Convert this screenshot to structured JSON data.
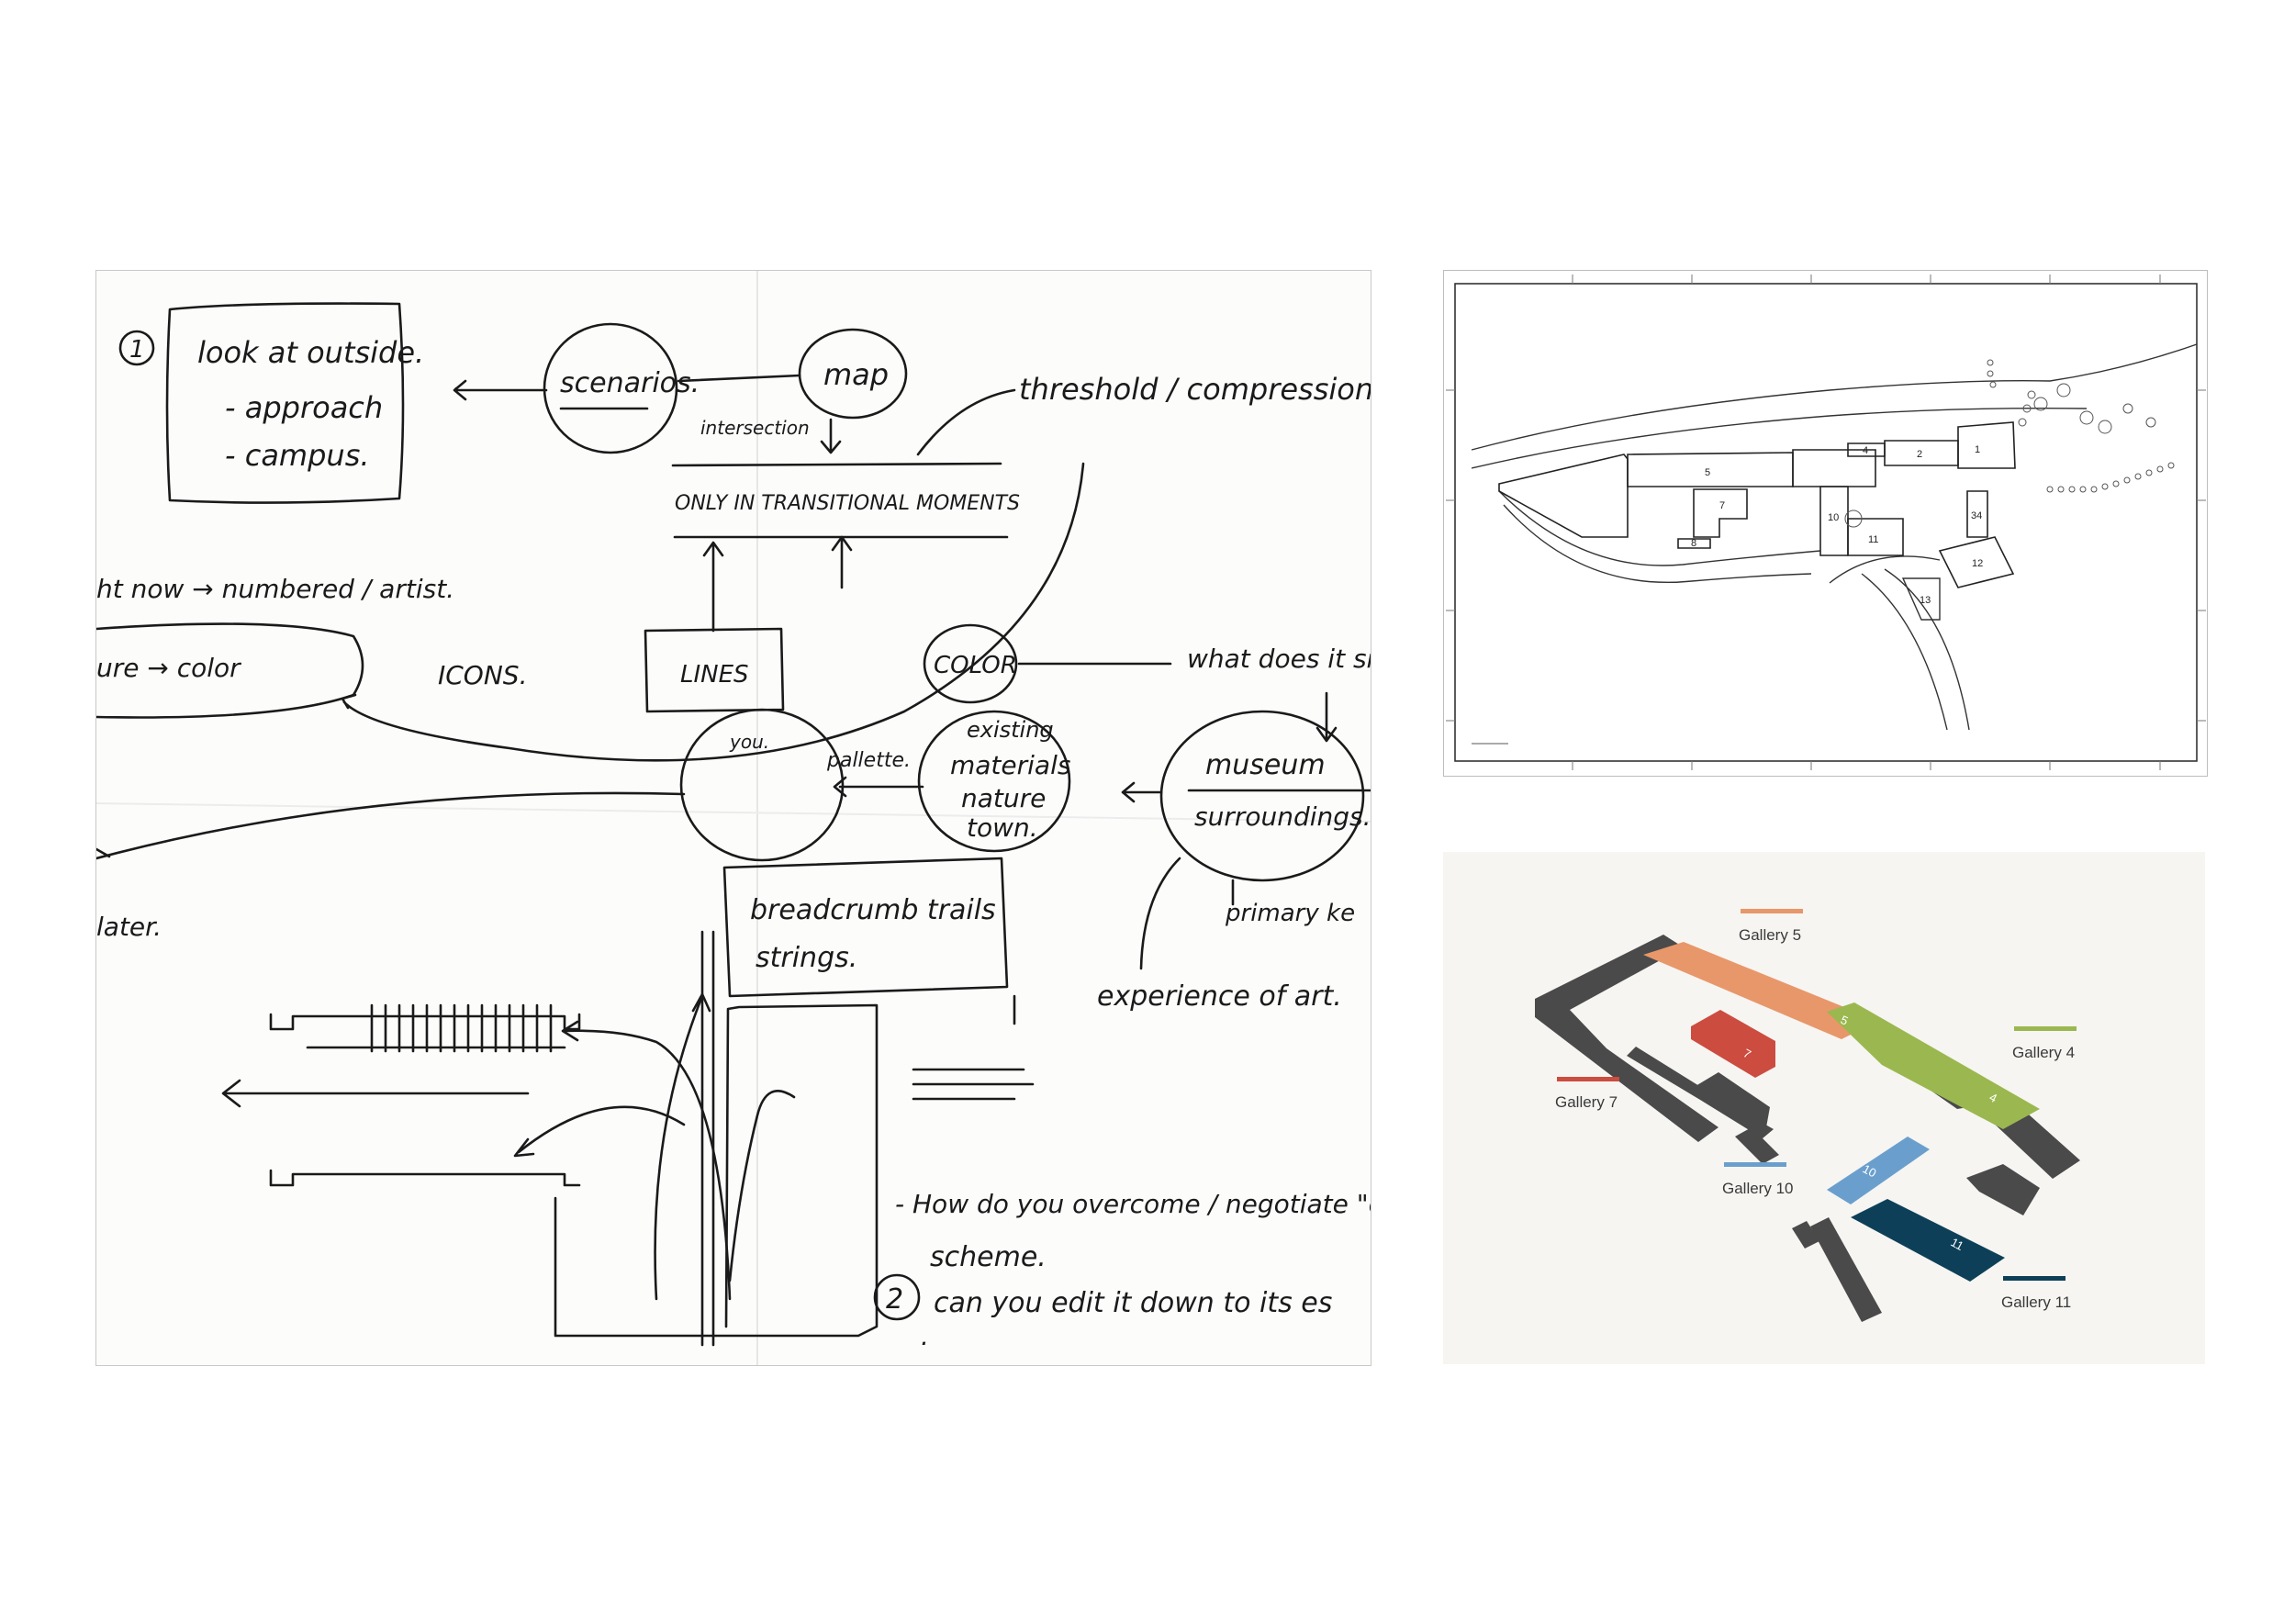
{
  "sketch": {
    "num_1": "1",
    "box_look_outside": "look at outside.",
    "box_approach": "- approach",
    "box_campus": "- campus.",
    "scenarios": "scenarios.",
    "map": "map",
    "intersection": "intersection",
    "threshold": "threshold / compression",
    "transitional": "ONLY IN TRANSITIONAL MOMENTS",
    "numbered": "ht now → numbered / artist.",
    "ure_color": "ure → color",
    "icons": "ICONS.",
    "lines": "LINES",
    "color": "COLOR",
    "what_does": "what does it sig",
    "you": "you.",
    "pallette": "pallette.",
    "existing": "existing",
    "materials": "materials",
    "nature": "nature",
    "town": "town.",
    "museum": "museum",
    "surroundings": "surroundings.",
    "primary": "primary ke",
    "later": "later.",
    "breadcrumb": "breadcrumb trails",
    "strings": "strings.",
    "experience": "experience of art.",
    "overcome": "- How do you overcome / negotiate \"oppo",
    "scheme": "scheme.",
    "num_2": "2",
    "edit": "can you edit it down to its es",
    "dot": "."
  },
  "siteplan": {
    "blocks": [
      "1",
      "2",
      "4",
      "5",
      "7",
      "8",
      "10",
      "11",
      "12",
      "13",
      "34"
    ]
  },
  "gallery_map": {
    "colors": {
      "dark": "#4a4a4a",
      "gallery5": "#e8976a",
      "gallery4": "#9ab84f",
      "gallery7": "#cc4c3f",
      "gallery10": "#6a9fcd",
      "gallery11": "#0d4058"
    },
    "legend": [
      {
        "label": "Gallery 5",
        "color": "#e8976a"
      },
      {
        "label": "Gallery 4",
        "color": "#9ab84f"
      },
      {
        "label": "Gallery 7",
        "color": "#cc4c3f"
      },
      {
        "label": "Gallery 10",
        "color": "#6a9fcd"
      },
      {
        "label": "Gallery 11",
        "color": "#0d4058"
      }
    ],
    "numbers": {
      "g5": "5",
      "g4": "4",
      "g7": "7",
      "g10": "10",
      "g11": "11"
    }
  }
}
